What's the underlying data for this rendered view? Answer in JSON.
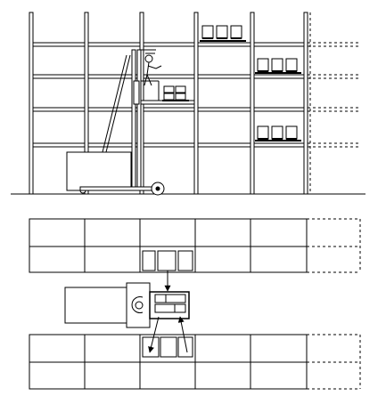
{
  "figure": {
    "subject": "order-picker-forklift-in-warehouse-racking",
    "views": [
      "elevation",
      "plan"
    ],
    "colors": {
      "line": "#000000",
      "background": "#ffffff"
    }
  },
  "elevation": {
    "rack_columns": 6,
    "dashed_extension_columns": 1,
    "shelf_levels": 4,
    "loaded_shelves": [
      {
        "bay": 4,
        "level": "top",
        "box_count": 3
      },
      {
        "bay": 5,
        "level": 2,
        "box_count": 3
      },
      {
        "bay": 5,
        "level": 4,
        "box_count": 3
      }
    ],
    "platform_boxes": 2
  },
  "plan": {
    "aisle_rows": 2,
    "bays_per_row": 5,
    "dashed_extension_bays": 1,
    "flow": [
      "pick-from-upper-shelf",
      "place-to-lower-shelf"
    ]
  }
}
